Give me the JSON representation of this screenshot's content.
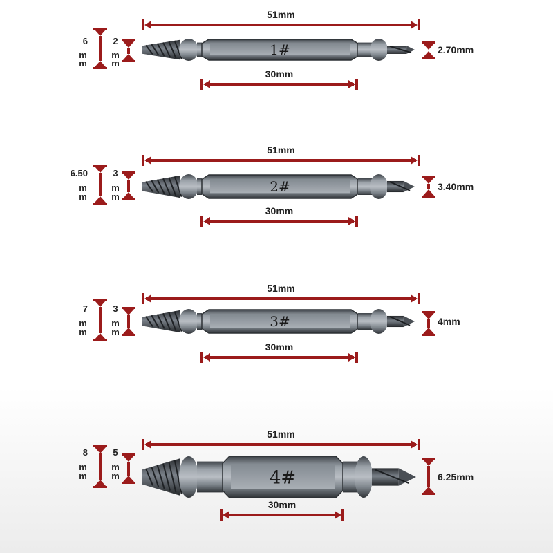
{
  "colors": {
    "dimension_line": "#9b1b1b",
    "bit_metal": "#707780",
    "bit_dark": "#34383d",
    "label_text": "#222222"
  },
  "bits": [
    {
      "id": "1",
      "number_label": "1#",
      "overall_length": "51mm",
      "hex_length": "30mm",
      "outer_dia": [
        "6",
        "m",
        "m"
      ],
      "inner_dia": [
        "2",
        "m",
        "m"
      ],
      "drill_dia": "2.70mm"
    },
    {
      "id": "2",
      "number_label": "2#",
      "overall_length": "51mm",
      "hex_length": "30mm",
      "outer_dia": [
        "6.50",
        "m",
        "m"
      ],
      "inner_dia": [
        "3",
        "m",
        "m"
      ],
      "drill_dia": "3.40mm"
    },
    {
      "id": "3",
      "number_label": "3#",
      "overall_length": "51mm",
      "hex_length": "30mm",
      "outer_dia": [
        "7",
        "m",
        "m"
      ],
      "inner_dia": [
        "3",
        "m",
        "m"
      ],
      "drill_dia": "4mm"
    },
    {
      "id": "4",
      "number_label": "4#",
      "overall_length": "51mm",
      "hex_length": "30mm",
      "outer_dia": [
        "8",
        "m",
        "m"
      ],
      "inner_dia": [
        "5",
        "m",
        "m"
      ],
      "drill_dia": "6.25mm"
    }
  ]
}
